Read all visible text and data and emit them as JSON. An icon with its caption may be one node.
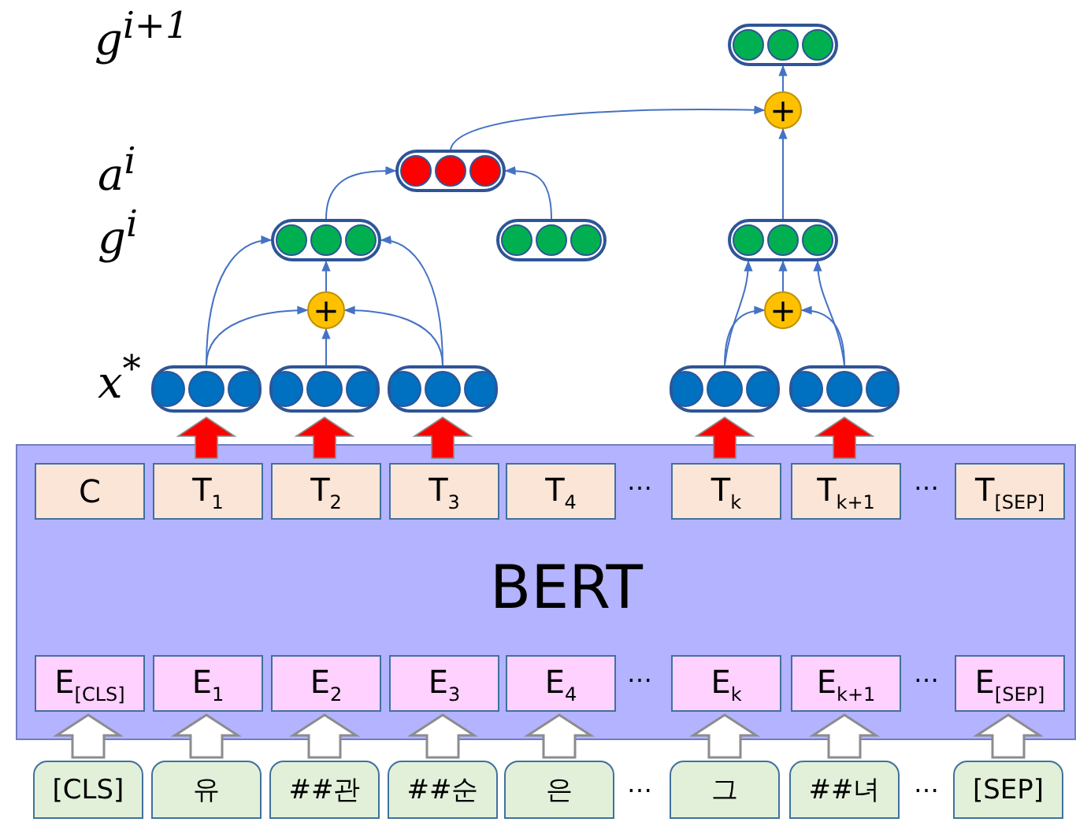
{
  "diagram": {
    "nodes": [
      {
        "text": [
          "BERT"
        ]
      },
      {
        "text": [
          "C"
        ],
        "in": 0
      },
      {
        "text": [
          "T$_{1}$"
        ],
        "in": 0
      },
      {
        "text": [
          "T$_{2}$"
        ],
        "in": 0
      },
      {
        "text": [
          "T$_{3}$"
        ],
        "in": 0
      },
      {
        "text": [
          "T$_{4}$"
        ],
        "in": 0
      },
      {
        "text": [
          "T$_{k}$"
        ],
        "in": 0
      },
      {
        "text": [
          "T$_{k+1}$"
        ],
        "in": 0
      },
      {
        "text": [
          "T$_{[SEP]}$"
        ],
        "in": 0
      },
      {
        "text": [
          "E$_{[CLS]}$"
        ],
        "in": 0
      },
      {
        "text": [
          "E$_{1}$"
        ],
        "in": 0
      },
      {
        "text": [
          "E$_{2}$"
        ],
        "in": 0
      },
      {
        "text": [
          "E$_{3}$"
        ],
        "in": 0
      },
      {
        "text": [
          "E$_{4}$"
        ],
        "in": 0
      },
      {
        "text": [
          "E$_{k}$"
        ],
        "in": 0
      },
      {
        "text": [
          "E$_{k+1}$"
        ],
        "in": 0
      },
      {
        "text": [
          "E$_{[SEP]}$"
        ],
        "in": 0
      },
      {
        "text": [
          "[CLS]"
        ]
      },
      {
        "text": [
          "유"
        ]
      },
      {
        "text": [
          "##관"
        ]
      },
      {
        "text": [
          "##순"
        ]
      },
      {
        "text": [
          "은"
        ]
      },
      {
        "text": [
          "그"
        ]
      },
      {
        "text": [
          "##녀"
        ]
      },
      {
        "text": [
          "[SEP]"
        ]
      },
      {
        "text": [],
        "shape": "box"
      },
      {
        "text": [],
        "shape": "box"
      },
      {
        "text": [],
        "shape": "box"
      },
      {
        "text": [],
        "shape": "box"
      },
      {
        "text": [],
        "shape": "box"
      },
      {
        "text": [
          "+"
        ]
      },
      {
        "text": [
          "+"
        ]
      },
      {
        "text": [
          "+"
        ]
      },
      {
        "text": [],
        "shape": "box"
      },
      {
        "text": [],
        "shape": "box"
      },
      {
        "text": [],
        "shape": "box"
      },
      {
        "text": [],
        "shape": "box"
      },
      {
        "text": [],
        "shape": "box"
      }
    ],
    "edges": [
      {
        "from": 2,
        "to": 25,
        "arrow": "to",
        "style": "thick",
        "color": "#ff0000"
      },
      {
        "from": 3,
        "to": 26,
        "arrow": "to",
        "style": "thick",
        "color": "#ff0000"
      },
      {
        "from": 4,
        "to": 27,
        "arrow": "to",
        "style": "thick",
        "color": "#ff0000"
      },
      {
        "from": 6,
        "to": 28,
        "arrow": "to",
        "style": "thick",
        "color": "#ff0000"
      },
      {
        "from": 7,
        "to": 29,
        "arrow": "to",
        "style": "thick",
        "color": "#ff0000"
      },
      {
        "from": 25,
        "to": 30,
        "arrow": "to"
      },
      {
        "from": 26,
        "to": 30,
        "arrow": "to"
      },
      {
        "from": 27,
        "to": 30,
        "arrow": "to"
      },
      {
        "from": 30,
        "to": 33,
        "arrow": "to"
      },
      {
        "from": 25,
        "to": 33,
        "arrow": "to"
      },
      {
        "from": 27,
        "to": 33,
        "arrow": "to"
      },
      {
        "from": 33,
        "to": 36,
        "arrow": "to"
      },
      {
        "from": 34,
        "to": 36,
        "arrow": "to"
      },
      {
        "from": 28,
        "to": 31,
        "arrow": "to"
      },
      {
        "from": 29,
        "to": 31,
        "arrow": "to"
      },
      {
        "from": 31,
        "to": 35,
        "arrow": "to"
      },
      {
        "from": 28,
        "to": 35,
        "arrow": "to"
      },
      {
        "from": 29,
        "to": 35,
        "arrow": "to"
      },
      {
        "from": 35,
        "to": 32,
        "arrow": "to"
      },
      {
        "from": 36,
        "to": 32,
        "arrow": "to"
      },
      {
        "from": 32,
        "to": 37,
        "arrow": "to"
      },
      {
        "from": 17,
        "to": 9,
        "arrow": "to",
        "style": "thick",
        "color": "#ffffff"
      },
      {
        "from": 18,
        "to": 10,
        "arrow": "to",
        "style": "thick",
        "color": "#ffffff"
      },
      {
        "from": 19,
        "to": 11,
        "arrow": "to",
        "style": "thick",
        "color": "#ffffff"
      },
      {
        "from": 20,
        "to": 12,
        "arrow": "to",
        "style": "thick",
        "color": "#ffffff"
      },
      {
        "from": 21,
        "to": 13,
        "arrow": "to",
        "style": "thick",
        "color": "#ffffff"
      },
      {
        "from": 22,
        "to": 14,
        "arrow": "to",
        "style": "thick",
        "color": "#ffffff"
      },
      {
        "from": 23,
        "to": 15,
        "arrow": "to",
        "style": "thick",
        "color": "#ffffff"
      },
      {
        "from": 24,
        "to": 16,
        "arrow": "to",
        "style": "thick",
        "color": "#ffffff"
      }
    ],
    "labels": [
      "g$^{i+1}$",
      "a$^{i}$",
      "g$^{i}$",
      "x$^{*}$",
      "…",
      "…",
      "…",
      "…",
      "…",
      "…"
    ]
  }
}
